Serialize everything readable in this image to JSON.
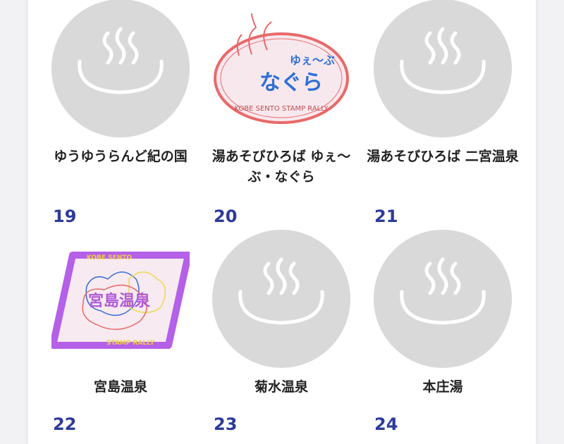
{
  "items": [
    {
      "name": "ゆうゆうらんど紀の国",
      "image": "placeholder"
    },
    {
      "name": "湯あそびひろば ゆぇ〜ぶ・なぐら",
      "image": "stamp",
      "stamp_text": {
        "top": "ゆぇ〜ぶ",
        "main": "なぐら",
        "arc": "KOBE SENTO STAMP RALLY"
      }
    },
    {
      "name": "湯あそびひろば 二宮温泉",
      "image": "placeholder"
    },
    {
      "number": "19",
      "name": "宮島温泉",
      "image": "stamp",
      "stamp_text": {
        "top": "KOBE SENTO",
        "main": "宮島温泉",
        "bottom": "STAMP RALLY"
      }
    },
    {
      "number": "20",
      "name": "菊水温泉",
      "image": "placeholder"
    },
    {
      "number": "21",
      "name": "本庄湯",
      "image": "placeholder"
    },
    {
      "number": "22"
    },
    {
      "number": "23"
    },
    {
      "number": "24"
    }
  ],
  "colors": {
    "number": "#2d3a9c",
    "placeholder": "#d9d9d9"
  }
}
